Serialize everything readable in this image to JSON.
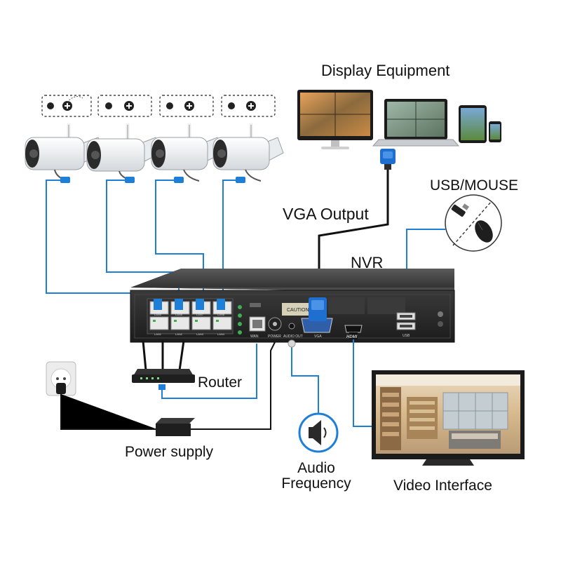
{
  "labels": {
    "display_equipment": "Display Equipment",
    "usb_mouse": "USB/MOUSE",
    "vga_output": "VGA Output",
    "nvr": "NVR",
    "router": "Router",
    "power_supply": "Power supply",
    "audio_line1": "Audio",
    "audio_line2": "Frequency",
    "video_interface": "Video Interface"
  },
  "nvr_panel": {
    "caution": "CAUTION",
    "wan": "WAN",
    "power": "POWER",
    "audio_out": "AUDIO OUT",
    "vga": "VGA",
    "hdmi": "HDMI",
    "usb": "USB",
    "lan_ports": [
      "LAN1",
      "LAN2",
      "LAN3",
      "LAN4",
      "LAN5",
      "LAN6",
      "LAN7",
      "LAN8"
    ]
  },
  "colors": {
    "cable_blue": "#1e7fd8",
    "cable_black": "#111111",
    "device_dark": "#2a2a2a",
    "monitor_frame": "#1b1b1b"
  },
  "icons": [
    "camera-icon",
    "plus-icon",
    "speaker-icon",
    "mouse-icon",
    "usb-dongle-icon",
    "wall-socket-icon"
  ]
}
